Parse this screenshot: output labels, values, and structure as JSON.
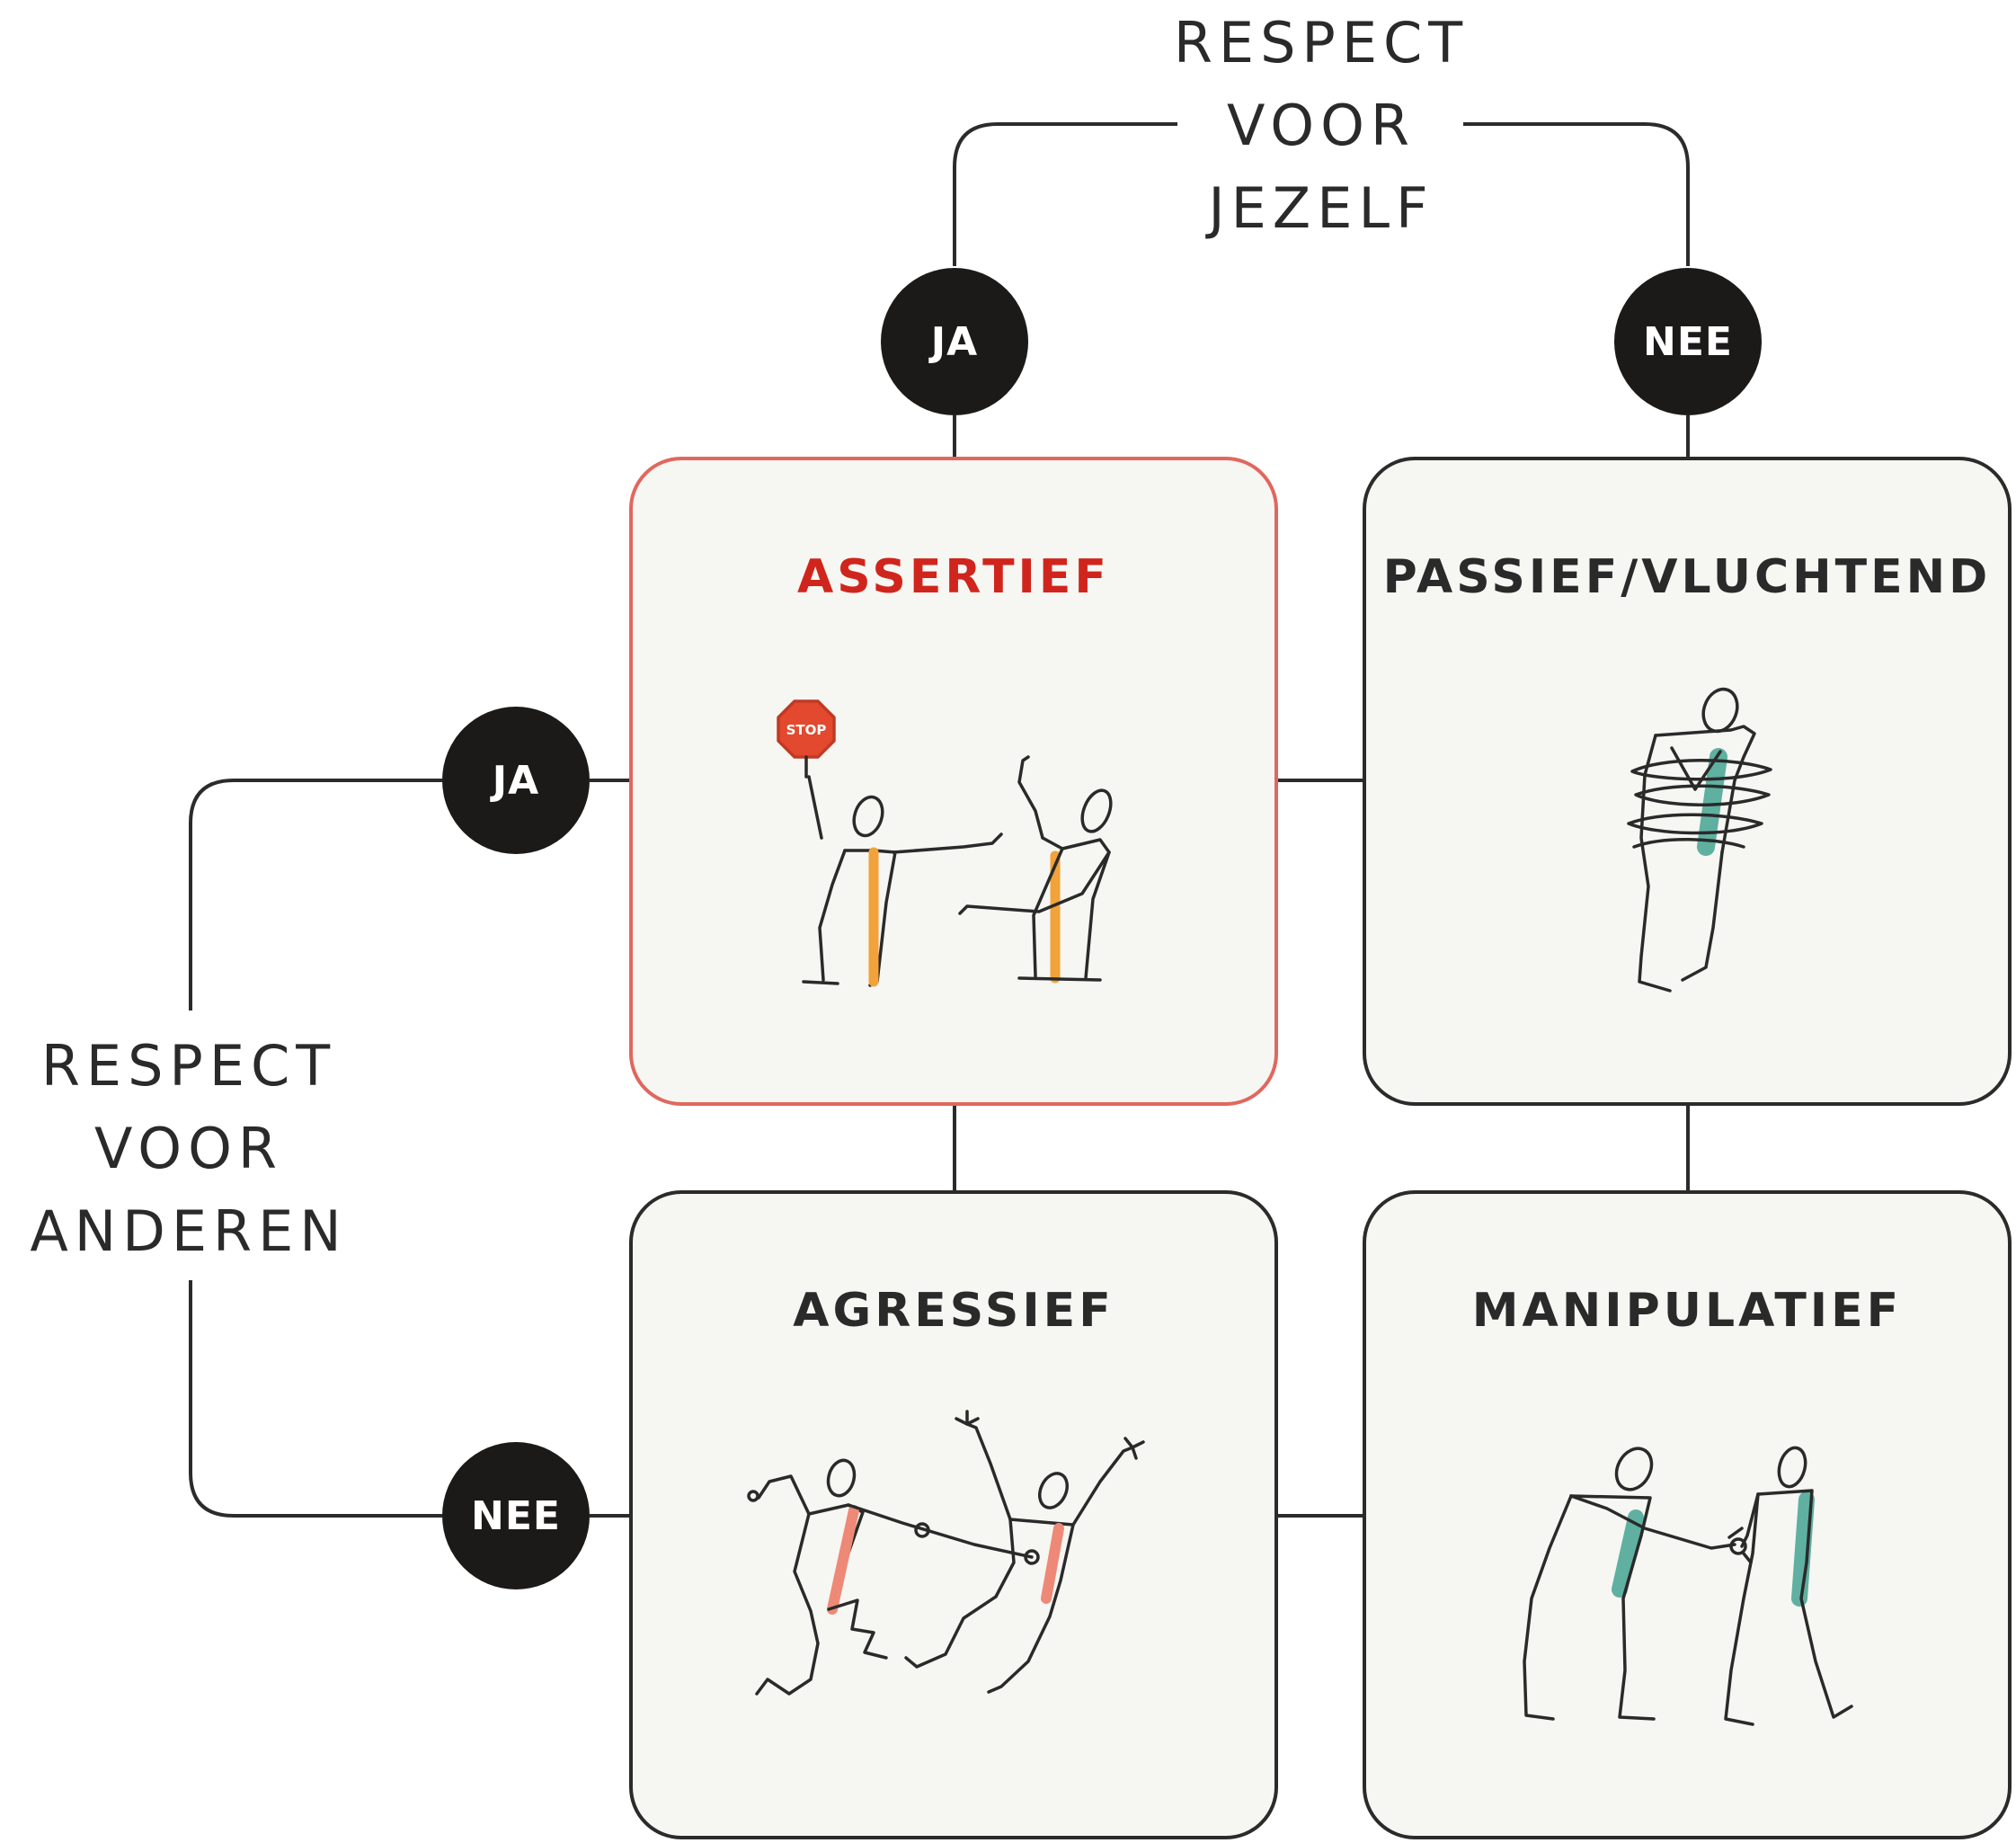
{
  "axes": {
    "top": {
      "lines": [
        "RESPECT",
        "VOOR",
        "JEZELF"
      ]
    },
    "left": {
      "lines": [
        "RESPECT",
        "VOOR",
        "ANDEREN"
      ]
    }
  },
  "badges": {
    "top_yes": "JA",
    "top_no": "NEE",
    "left_yes": "JA",
    "left_no": "NEE"
  },
  "quadrants": {
    "assertive": {
      "title": "ASSERTIEF",
      "sign_text": "STOP",
      "icon": "two-figures-stop-sign-icon"
    },
    "passive": {
      "title": "PASSIEF/VLUCHTEND",
      "icon": "tied-up-figure-icon"
    },
    "aggressive": {
      "title": "AGRESSIEF",
      "icon": "fighting-figures-icon"
    },
    "manipulative": {
      "title": "MANIPULATIEF",
      "icon": "manipulating-figures-icon"
    }
  },
  "colors": {
    "line": "#2b2b2b",
    "badge": "#1c1a19",
    "box_fill": "#f6f6f2",
    "assertive_border": "#e1675e",
    "assertive_title": "#d0251c",
    "stop_sign": "#e2492f",
    "orange_accent": "#f2a23a",
    "red_accent": "#ee8977",
    "teal_accent": "#5fb0a0"
  }
}
